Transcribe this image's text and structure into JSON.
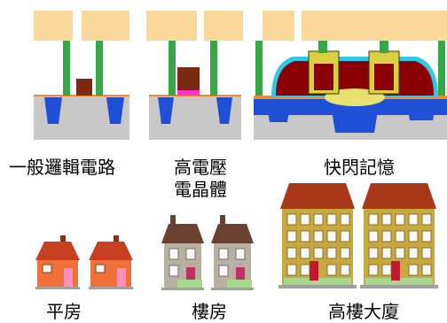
{
  "labels": {
    "logic": "一般邏輯電路",
    "high_voltage_line1": "高電壓",
    "high_voltage_line2": "電晶體",
    "flash": "快閃記憶",
    "bungalow": "平房",
    "townhouse": "樓房",
    "highrise": "高樓大廈"
  },
  "colors": {
    "gate_block": "#fad89a",
    "contact": "#33a845",
    "substrate": "#c8c8c8",
    "well": "#1f4fd6",
    "oxide_line": "#f08a2a",
    "gate_brown": "#7a2a10",
    "high_k": "#ff33cc",
    "flash_body": "#8b0000",
    "flash_trap": "#d8d040",
    "flash_channel": "#e8e070",
    "flash_edge": "#30c8e8",
    "bungalow_wall": "#f07038",
    "bungalow_roof": "#c84020",
    "townhouse_wall": "#b8b0a0",
    "townhouse_roof": "#6a4030",
    "highrise_wall": "#c8a840",
    "highrise_roof": "#a83818"
  }
}
